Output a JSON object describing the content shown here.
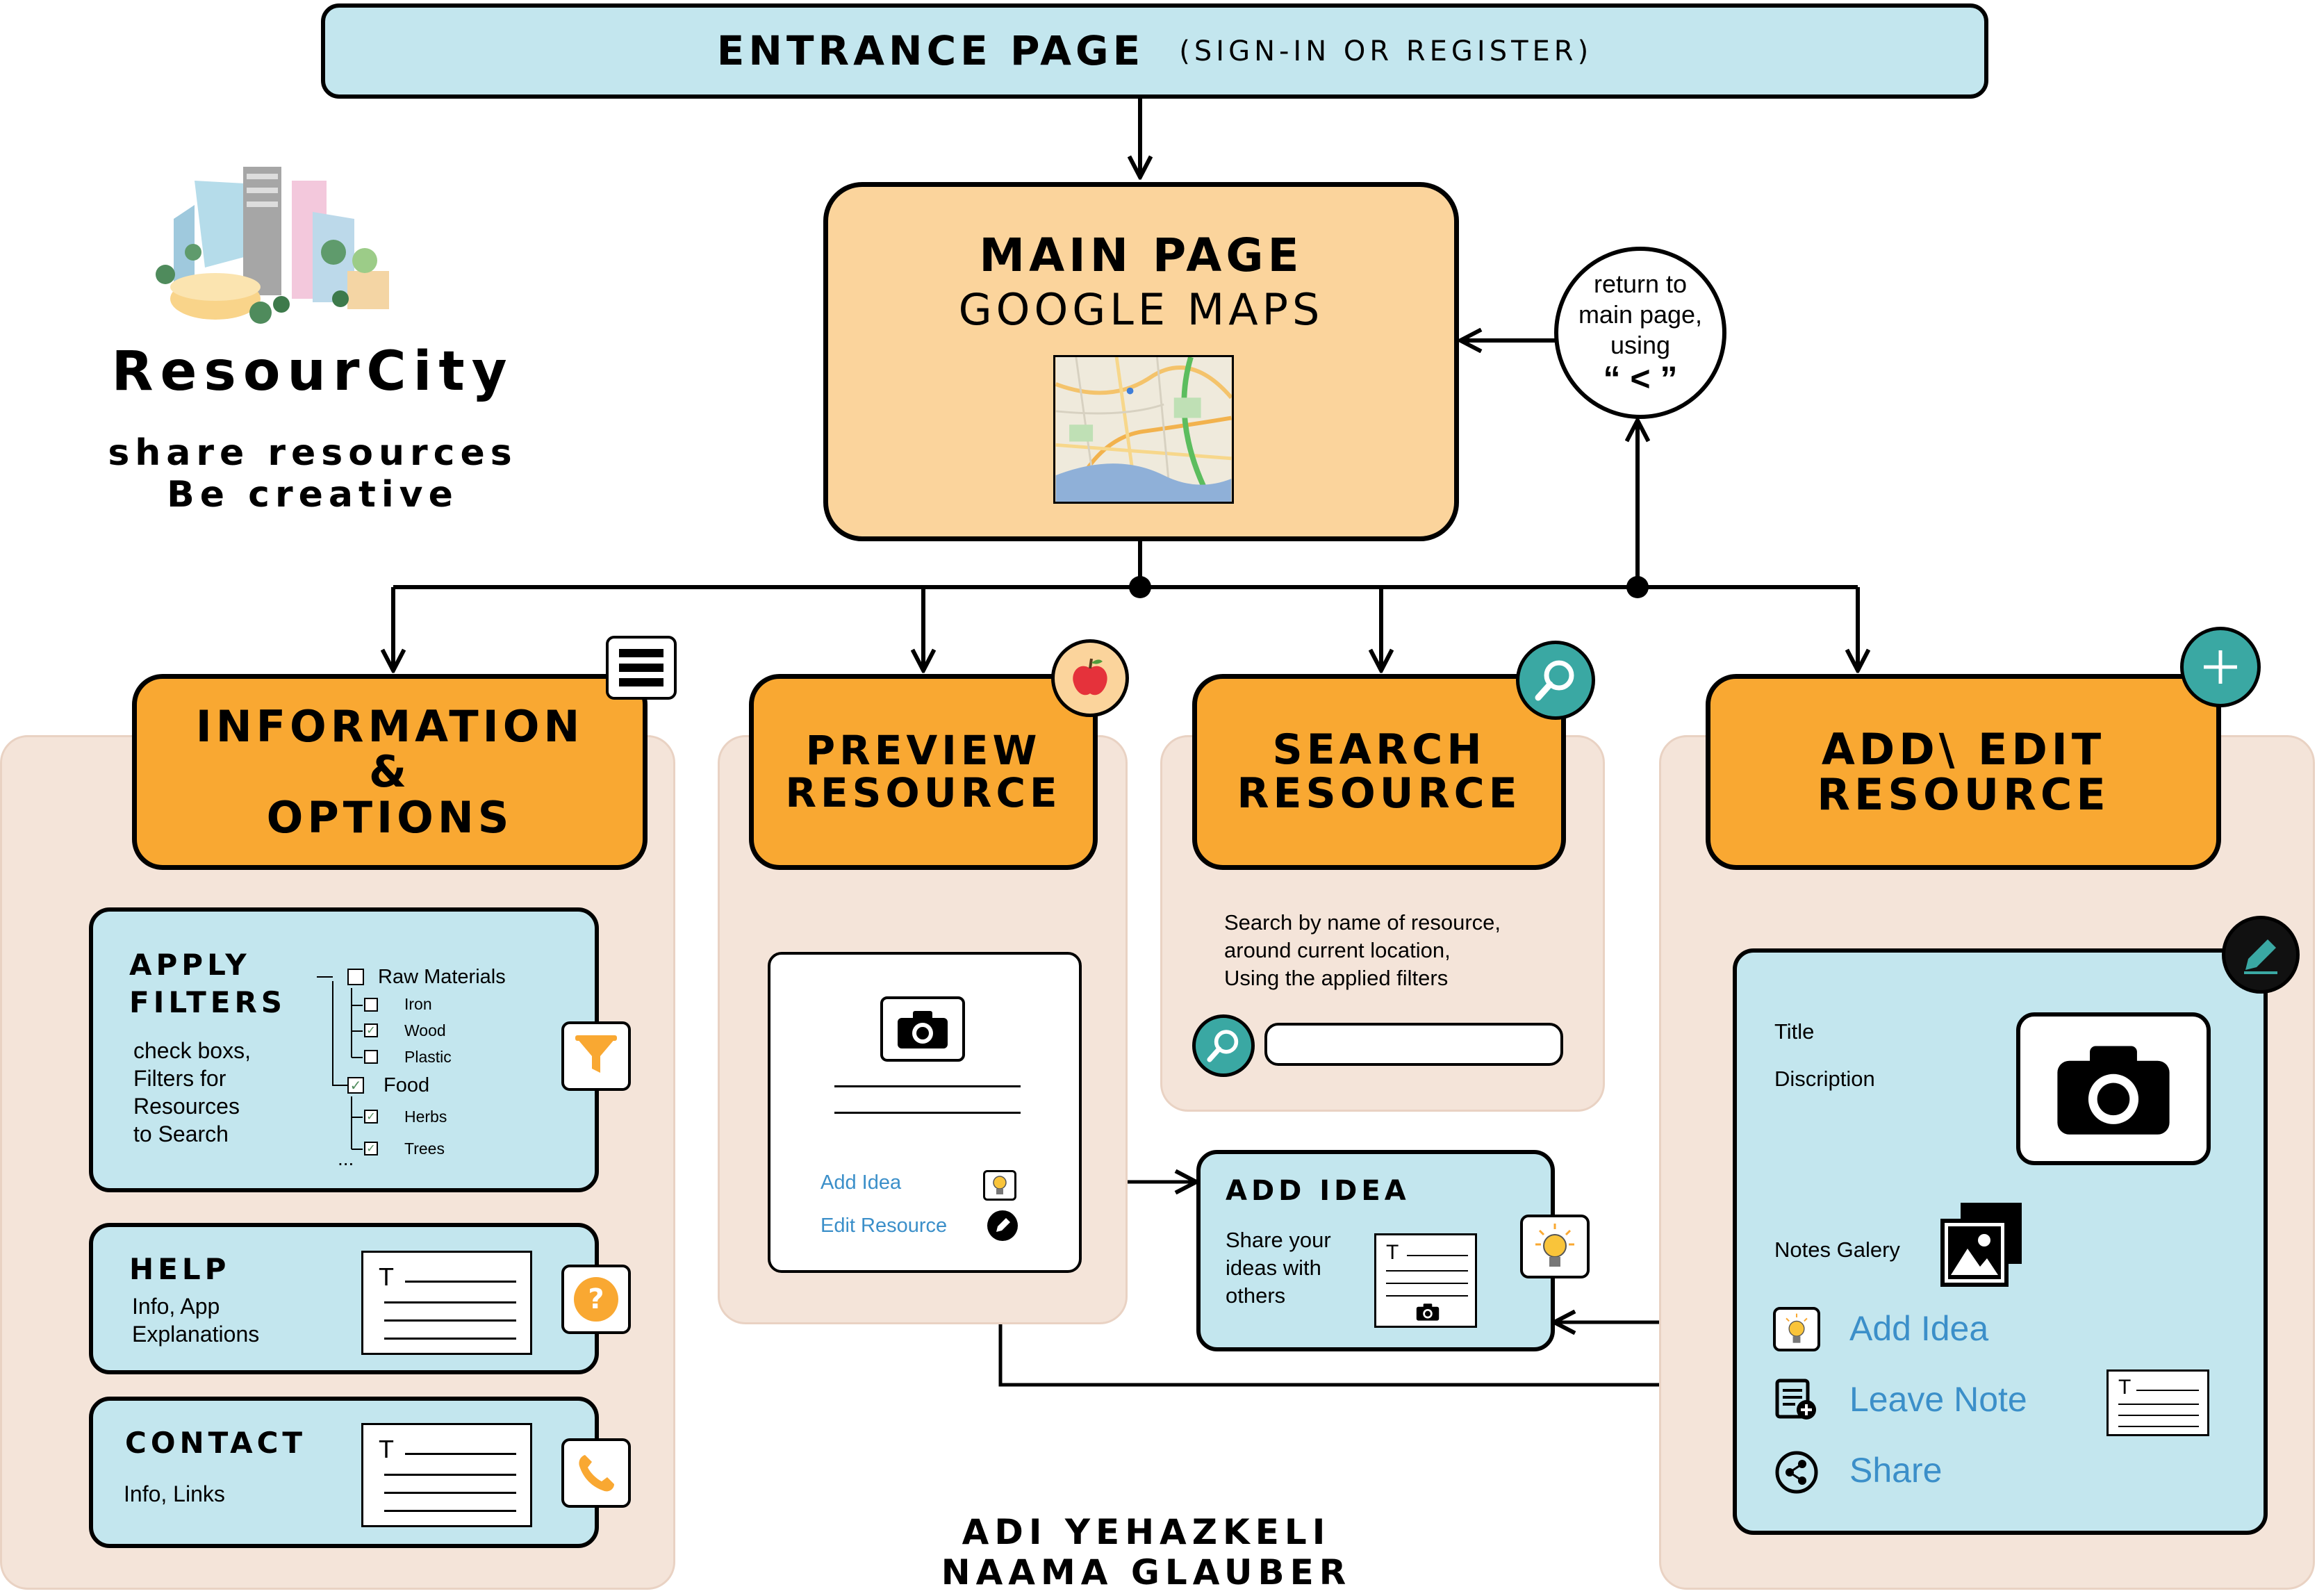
{
  "entrance": {
    "title": "Entrance Page",
    "subtitle": "(Sign-In or Register)"
  },
  "main": {
    "title_line1": "Main Page",
    "title_line2": "GOOGLE MAPS"
  },
  "return_circle": {
    "line1": "return to",
    "line2": "main page,",
    "line3": "using",
    "symbol": "“ < ”"
  },
  "brand": {
    "name": "ResourCity",
    "tagline1": "share resources",
    "tagline2": "Be creative"
  },
  "sections": {
    "info": {
      "line1": "Information",
      "line2": "&",
      "line3": "Options"
    },
    "preview": {
      "line1": "Preview",
      "line2": "Resource"
    },
    "search": {
      "line1": "Search",
      "line2": "Resource"
    },
    "add_edit": {
      "line1": "ADD\\ Edit",
      "line2": "Resource"
    }
  },
  "filters": {
    "title_line1": "Apply",
    "title_line2": "Filters",
    "desc": [
      "check boxs,",
      "Filters for",
      "Resources",
      "to Search"
    ],
    "tree": [
      "Raw Materials",
      "Iron",
      "Wood",
      "Plastic",
      "Food",
      "Herbs",
      "Trees",
      "..."
    ]
  },
  "help": {
    "title": "Help",
    "desc1": "Info, App",
    "desc2": "Explanations"
  },
  "contact": {
    "title": "Contact",
    "desc": "Info, Links"
  },
  "preview_card": {
    "add_idea": "Add Idea",
    "edit_resource": "Edit Resource"
  },
  "search_card": {
    "desc1": "Search by name of resource,",
    "desc2": "around current location,",
    "desc3": "Using the applied filters",
    "input_value": ""
  },
  "add_idea_box": {
    "title": "Add Idea",
    "desc1": "Share your",
    "desc2": "ideas with",
    "desc3": "others"
  },
  "edit_card": {
    "title": "Title",
    "description": "Discription",
    "notes_gallery": "Notes Galery",
    "add_idea": "Add Idea",
    "leave_note": "Leave Note",
    "share": "Share"
  },
  "notecard_letter": "T",
  "authors": {
    "line1": "Adi Yehazkeli",
    "line2": "Naama Glauber"
  },
  "colors": {
    "orange": "#f9a832",
    "light_blue": "#c3e6ee",
    "peach": "#fbd49c",
    "panel": "#f4e4d9",
    "teal": "#3aa8a3",
    "link_blue": "#3b8fc9"
  },
  "icons": [
    "menu-icon",
    "apple-icon",
    "search-icon",
    "plus-icon",
    "pencil-icon",
    "filter-icon",
    "question-icon",
    "phone-icon",
    "camera-icon",
    "lightbulb-icon",
    "gallery-icon",
    "note-add-icon",
    "share-icon"
  ]
}
